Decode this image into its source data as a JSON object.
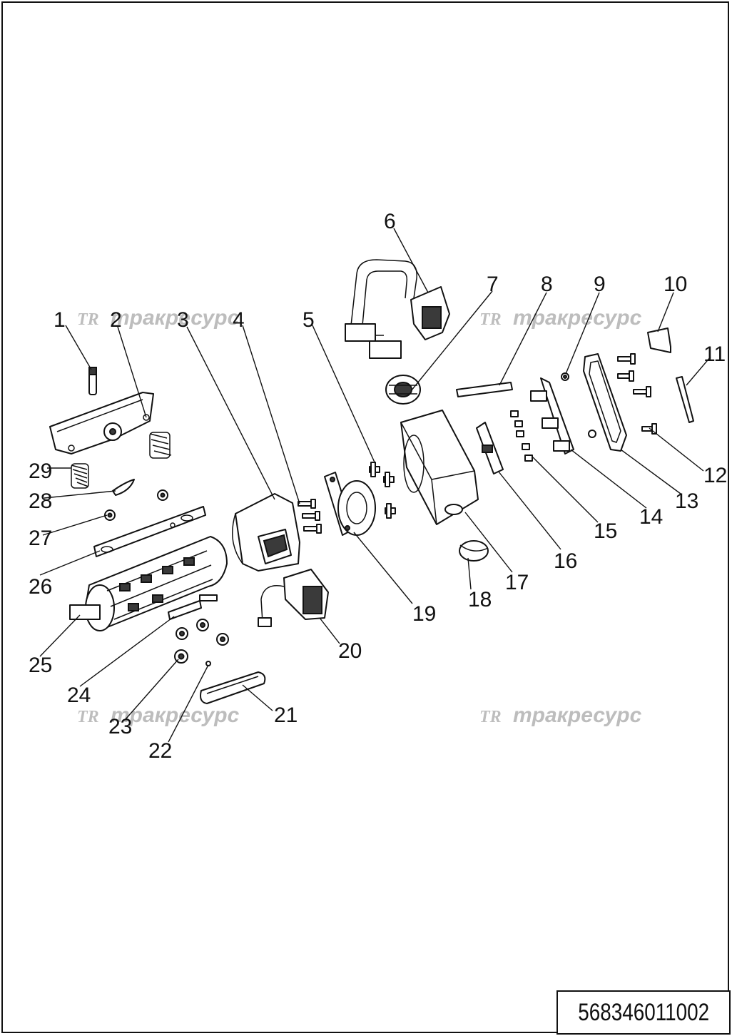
{
  "watermark": {
    "logo": "TR",
    "text": "тракресурс"
  },
  "callouts": [
    "1",
    "2",
    "3",
    "4",
    "5",
    "6",
    "7",
    "8",
    "9",
    "10",
    "11",
    "12",
    "13",
    "14",
    "15",
    "16",
    "17",
    "18",
    "19",
    "20",
    "21",
    "22",
    "23",
    "24",
    "25",
    "26",
    "27",
    "28",
    "29"
  ],
  "drawing_code": "568346011002"
}
